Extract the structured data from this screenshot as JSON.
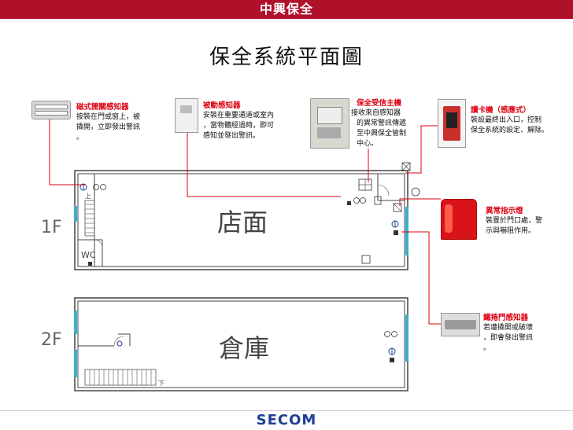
{
  "header": {
    "logo": "中興保全"
  },
  "footer": {
    "logo": "SECOM"
  },
  "page": {
    "title": "保全系統平面圖"
  },
  "devices": {
    "magnetic": {
      "name": "磁式開關感知器",
      "desc": [
        "按裝在門或窗上，被",
        "撬開，立即發出警訊",
        "。"
      ]
    },
    "motion": {
      "name": "被動感知器",
      "desc": [
        "安裝在重要通道或室內",
        "，當物體經過時，即可",
        "感知並發出警訊。"
      ]
    },
    "host": {
      "name": "保全受信主機",
      "desc": [
        "接收來自感知器",
        "的異常警訊傳遞",
        "至中興保全管制",
        "中心。"
      ]
    },
    "cardreader": {
      "name": "讀卡機（感應式）",
      "desc": [
        "裝設最終出入口，控制",
        "保全系統的設定、解除。"
      ]
    },
    "warning": {
      "name": "異常指示燈",
      "desc": [
        "裝置於門口處，警",
        "示與嚇阻作用。"
      ]
    },
    "shutter": {
      "name": "鐵捲門感知器",
      "desc": [
        "若遭撬開或破壞",
        "，即會發出警訊",
        "。"
      ]
    }
  },
  "plan": {
    "floor1": "1F",
    "floor2": "2F",
    "room1": "店面",
    "room2": "倉庫",
    "wc": "WC",
    "stair_up": "上",
    "stair_down": "下"
  },
  "colors": {
    "header": "#b0112a",
    "accent_red": "#d01",
    "door_cyan": "#3bb0c8",
    "wall": "#444"
  }
}
